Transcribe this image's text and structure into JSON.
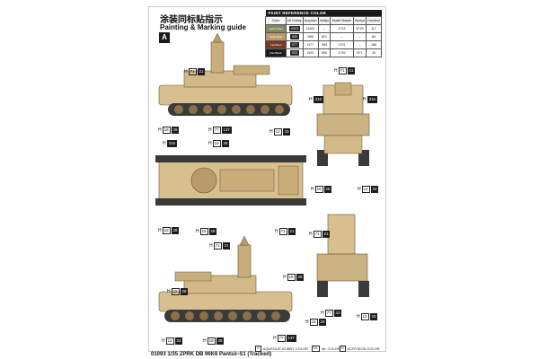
{
  "header": {
    "title_cn": "涂装同标贴指示",
    "title_en": "Painting & Marking guide",
    "section_badge": "A"
  },
  "reference_table": {
    "heading": "PAINT  REFERENCE COLOR",
    "columns": [
      "Color",
      "Mr.Hobby",
      "Acrysion",
      "Vallejo",
      "Model Master",
      "Tamiya",
      "Humbrol"
    ],
    "rows": [
      {
        "color_name": "Light Green",
        "hex": "#7f8a63",
        "mr_hobby": "H303",
        "acrysion": "N303",
        "vallejo": "–",
        "model_master": "1713",
        "tamiya": "XF20",
        "humbrol": "117"
      },
      {
        "color_name": "Dark Sand",
        "hex": "#b99b6b",
        "mr_hobby": "H65",
        "acrysion": "N65",
        "vallejo": "821",
        "model_master": "–",
        "tamiya": "–",
        "humbrol": "84"
      },
      {
        "color_name": "Hull Red",
        "hex": "#7a3a26",
        "mr_hobby": "H77",
        "acrysion": "N77",
        "vallejo": "983",
        "model_master": "1701",
        "tamiya": "–",
        "humbrol": "186"
      },
      {
        "color_name": "Flat Black",
        "hex": "#1c1c1c",
        "mr_hobby": "H33",
        "acrysion": "N33",
        "vallejo": "950",
        "model_master": "1749",
        "tamiya": "XF1",
        "humbrol": "33"
      }
    ]
  },
  "callouts": [
    {
      "id": "c1",
      "code": "H",
      "value": "71",
      "extra": "21"
    },
    {
      "id": "c2",
      "code": "H",
      "value": "71",
      "extra": "21"
    },
    {
      "id": "c3",
      "code": "H",
      "value": "316",
      "extra": ""
    },
    {
      "id": "c4",
      "code": "H",
      "value": "316",
      "extra": ""
    },
    {
      "id": "c5",
      "code": "H",
      "value": "18",
      "extra": "28"
    },
    {
      "id": "c6",
      "code": "H",
      "value": "77",
      "extra": "137"
    },
    {
      "id": "c7",
      "code": "H",
      "value": "12",
      "extra": "33"
    },
    {
      "id": "c8",
      "code": "H",
      "value": "316",
      "extra": ""
    },
    {
      "id": "c9",
      "code": "H",
      "value": "18",
      "extra": "28"
    },
    {
      "id": "c10",
      "code": "H",
      "value": "18",
      "extra": "28"
    },
    {
      "id": "c11",
      "code": "H",
      "value": "12",
      "extra": "33"
    },
    {
      "id": "c12",
      "code": "H",
      "value": "18",
      "extra": "28"
    },
    {
      "id": "c13",
      "code": "H",
      "value": "18",
      "extra": "28"
    },
    {
      "id": "c14",
      "code": "H",
      "value": "71",
      "extra": "21"
    },
    {
      "id": "c15",
      "code": "H",
      "value": "71",
      "extra": "21"
    },
    {
      "id": "c16",
      "code": "H",
      "value": "71",
      "extra": "21"
    },
    {
      "id": "c17",
      "code": "H",
      "value": "18",
      "extra": "28"
    },
    {
      "id": "c18",
      "code": "H",
      "value": "18",
      "extra": "28"
    },
    {
      "id": "c19",
      "code": "H",
      "value": "77",
      "extra": "43"
    },
    {
      "id": "c20",
      "code": "H",
      "value": "18",
      "extra": "28"
    },
    {
      "id": "c21",
      "code": "H",
      "value": "12",
      "extra": "33"
    },
    {
      "id": "c22",
      "code": "H",
      "value": "77",
      "extra": "137"
    },
    {
      "id": "c23",
      "code": "H",
      "value": "12",
      "extra": "33"
    },
    {
      "id": "c24",
      "code": "H",
      "value": "18",
      "extra": "28"
    }
  ],
  "legend": {
    "item1_code": "H",
    "item1_label": "AQUEOUS HOBBY COLOR",
    "item2_code": "Mr.",
    "item2_label": "Mr. COLOR",
    "item3_code": "N",
    "item3_label": "ACRYSION COLOR"
  },
  "footer": {
    "caption": "01093 1/35  ZPRK DB 96K6 Pantsir-S1 (Tracked)"
  },
  "colors": {
    "sand": "#d8bf8f",
    "sand_shade": "#b99b6b",
    "sand_dark": "#8c7048",
    "track": "#3a3a3a"
  }
}
